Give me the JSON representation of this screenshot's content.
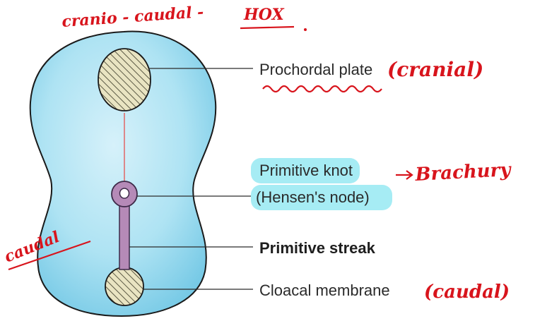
{
  "labels": {
    "prochordal_plate": "Prochordal plate",
    "primitive_knot": "Primitive knot",
    "hensens_node": "(Hensen's node)",
    "primitive_streak": "Primitive streak",
    "cloacal_membrane": "Cloacal membrane"
  },
  "annotations": {
    "top_note_part1": "cranio - caudal -",
    "top_note_part2": "HOX",
    "cranial": "(cranial)",
    "brachury": "Brachury",
    "caudal_left": "caudal",
    "caudal_right": "(caudal)"
  },
  "colors": {
    "disc_fill": "#aee3f3",
    "disc_stroke": "#1a1a1a",
    "hatch_fill": "#e9e4c2",
    "hatch_line": "#5c5a45",
    "streak_fill": "#b58ab7",
    "streak_stroke": "#3d2a48",
    "highlight": "#a6ecf4",
    "notochord_line": "#e06666",
    "pen": "#d8141c",
    "leader": "#2b2b2b"
  }
}
